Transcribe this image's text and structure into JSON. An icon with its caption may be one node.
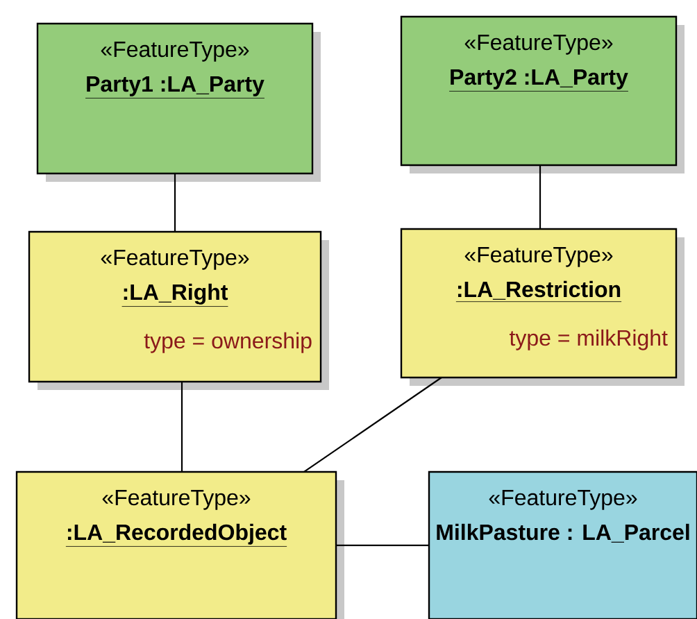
{
  "diagram": {
    "nodes": [
      {
        "text": [
          "«FeatureType»",
          "Party1 :LA_Party"
        ]
      },
      {
        "text": [
          "«FeatureType»",
          "Party2 :LA_Party"
        ]
      },
      {
        "text": [
          "«FeatureType»",
          ":LA_Right",
          "type = ownership"
        ]
      },
      {
        "text": [
          "«FeatureType»",
          ":LA_Restriction",
          "type = milkRight"
        ]
      },
      {
        "text": [
          "«FeatureType»",
          ":LA_RecordedObject"
        ]
      },
      {
        "text": [
          "«FeatureType»",
          "MilkPasture : LA_Parcel"
        ]
      }
    ],
    "edges": [
      {
        "from": 0,
        "to": 2,
        "arrow": "none"
      },
      {
        "from": 1,
        "to": 3,
        "arrow": "none"
      },
      {
        "from": 2,
        "to": 4,
        "arrow": "none"
      },
      {
        "from": 3,
        "to": 4,
        "arrow": "none"
      },
      {
        "from": 4,
        "to": 5,
        "arrow": "none"
      }
    ]
  }
}
